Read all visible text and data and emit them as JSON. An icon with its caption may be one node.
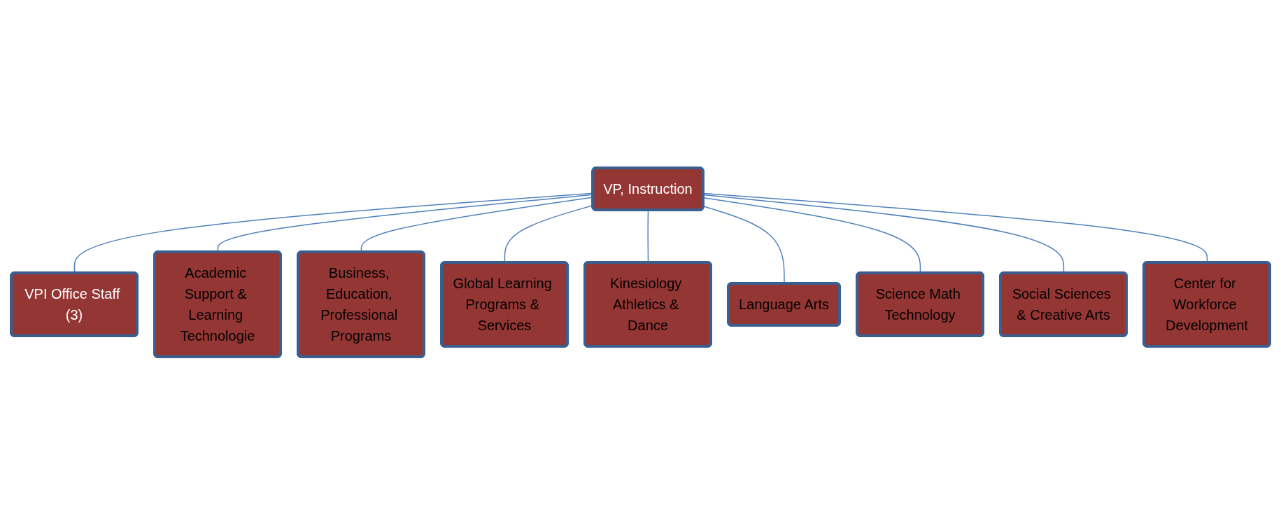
{
  "diagram": {
    "nodes": [
      {
        "text": [
          "VP, Instruction"
        ]
      },
      {
        "text": [
          "VPI Office Staff (3)"
        ]
      },
      {
        "text": [
          "Academic Support & Learning Technologie"
        ]
      },
      {
        "text": [
          "Business, Education, Professional Programs"
        ]
      },
      {
        "text": [
          "Global Learning Programs & Services"
        ]
      },
      {
        "text": [
          "Kinesiology Athletics & Dance"
        ]
      },
      {
        "text": [
          "Language Arts"
        ]
      },
      {
        "text": [
          "Science Math Technology"
        ]
      },
      {
        "text": [
          "Social Sciences & Creative Arts"
        ]
      },
      {
        "text": [
          "Center for Workforce Development"
        ]
      }
    ],
    "edges": [
      {
        "from": 0,
        "to": 1,
        "arrow": "none"
      },
      {
        "from": 0,
        "to": 2,
        "arrow": "none"
      },
      {
        "from": 0,
        "to": 3,
        "arrow": "none"
      },
      {
        "from": 0,
        "to": 4,
        "arrow": "none"
      },
      {
        "from": 0,
        "to": 5,
        "arrow": "none"
      },
      {
        "from": 0,
        "to": 6,
        "arrow": "none"
      },
      {
        "from": 0,
        "to": 7,
        "arrow": "none"
      },
      {
        "from": 0,
        "to": 8,
        "arrow": "none"
      },
      {
        "from": 0,
        "to": 9,
        "arrow": "none"
      }
    ]
  }
}
